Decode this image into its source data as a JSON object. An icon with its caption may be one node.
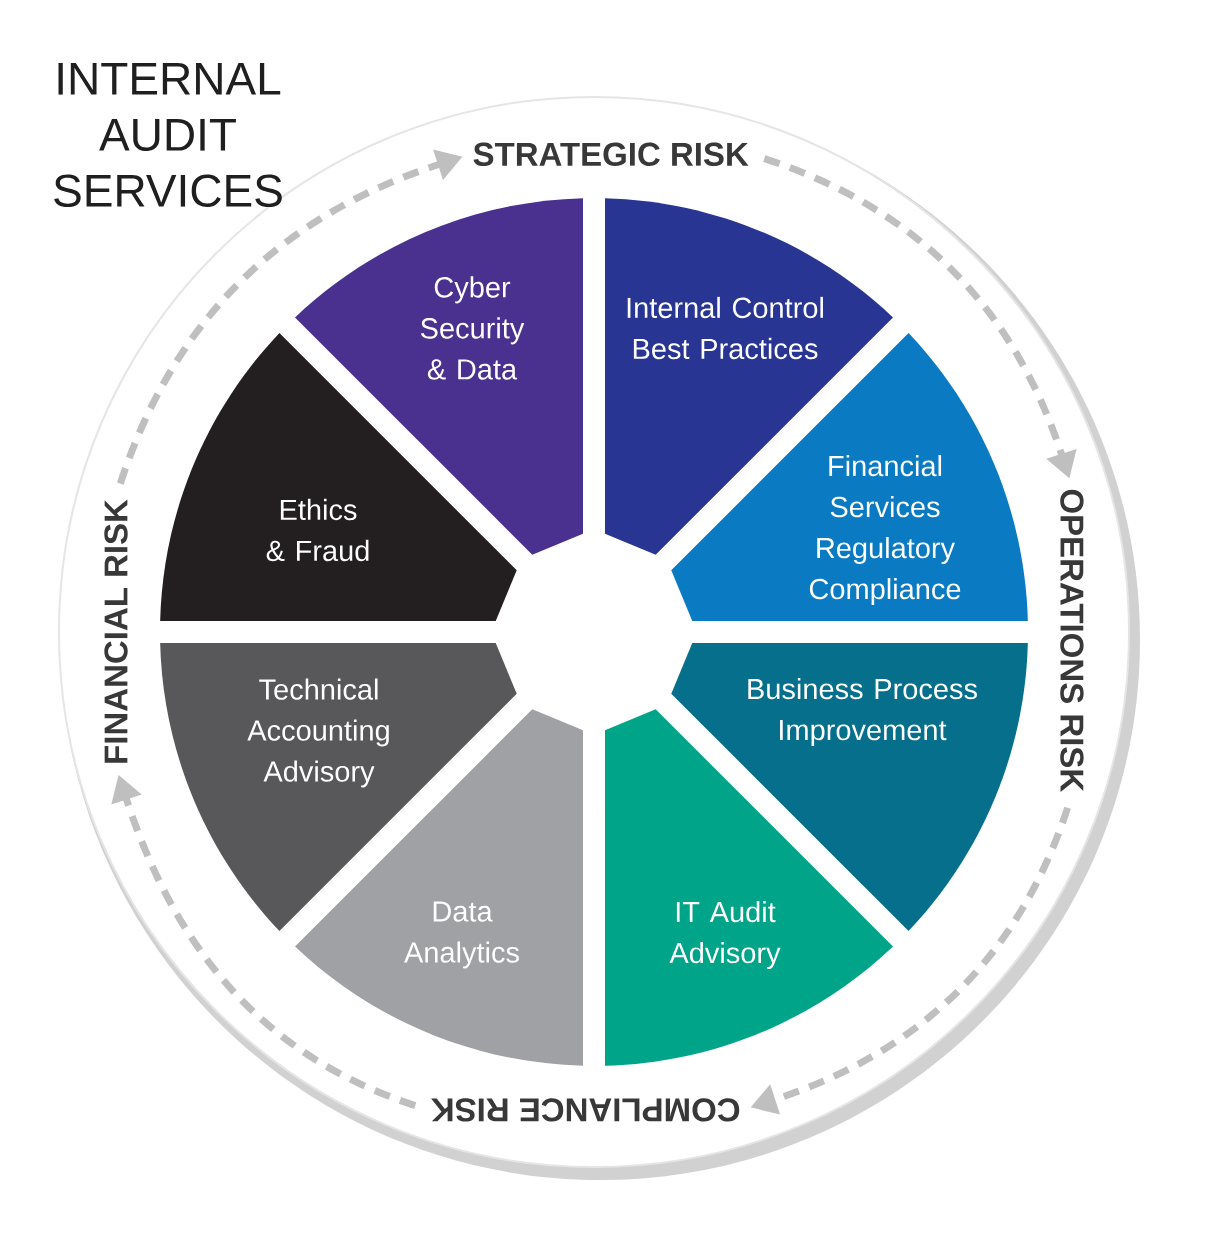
{
  "diagram": {
    "title": "INTERNAL AUDIT SERVICES",
    "nodes": [
      {
        "text": [
          "STRATEGIC RISK"
        ]
      },
      {
        "text": [
          "OPERATIONS RISK"
        ]
      },
      {
        "text": [
          "COMPLIANCE RISK"
        ]
      },
      {
        "text": [
          "FINANCIAL RISK"
        ]
      },
      {
        "text": [
          "Cyber Security & Data"
        ]
      },
      {
        "text": [
          "Internal Control Best Practices"
        ]
      },
      {
        "text": [
          "Financial Services Regulatory Compliance"
        ]
      },
      {
        "text": [
          "Business Process Improvement"
        ]
      },
      {
        "text": [
          "IT Audit Advisory"
        ]
      },
      {
        "text": [
          "Data Analytics"
        ]
      },
      {
        "text": [
          "Technical Accounting Advisory"
        ]
      },
      {
        "text": [
          "Ethics & Fraud"
        ]
      }
    ],
    "edges": [
      {
        "from": 0,
        "to": 1,
        "arrow": "to",
        "style": "dashed"
      },
      {
        "from": 1,
        "to": 2,
        "arrow": "to",
        "style": "dashed"
      },
      {
        "from": 2,
        "to": 3,
        "arrow": "to",
        "style": "dashed"
      },
      {
        "from": 3,
        "to": 0,
        "arrow": "to",
        "style": "dashed"
      }
    ]
  }
}
